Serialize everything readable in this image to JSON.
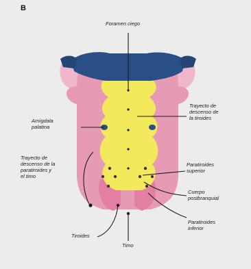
{
  "figure": {
    "panel_letter": "B",
    "labels": {
      "foramen_ciego": "Foramen ciego",
      "trayecto_tiroides": "Trayecto de\ndescenso de\nla tiroides",
      "amigdala": "Amígdala\npalatina",
      "trayecto_paratiroides": "Trayecto de\ndescenso de la\nparatiroides y\nel timo",
      "paratiroides_superior": "Paratiroides\nsuperior",
      "cuerpo_postbranquial": "Cuerpo\npostbranquial",
      "paratiroides_inferior": "Paratiroides\ninferior",
      "tiroides": "Tiroides",
      "timo": "Timo"
    },
    "colors": {
      "pink": "#e79ab4",
      "pink_light": "#f0b6c9",
      "yellow": "#f2ea5c",
      "blue": "#2a4e86",
      "line": "#1b1b1b"
    }
  }
}
